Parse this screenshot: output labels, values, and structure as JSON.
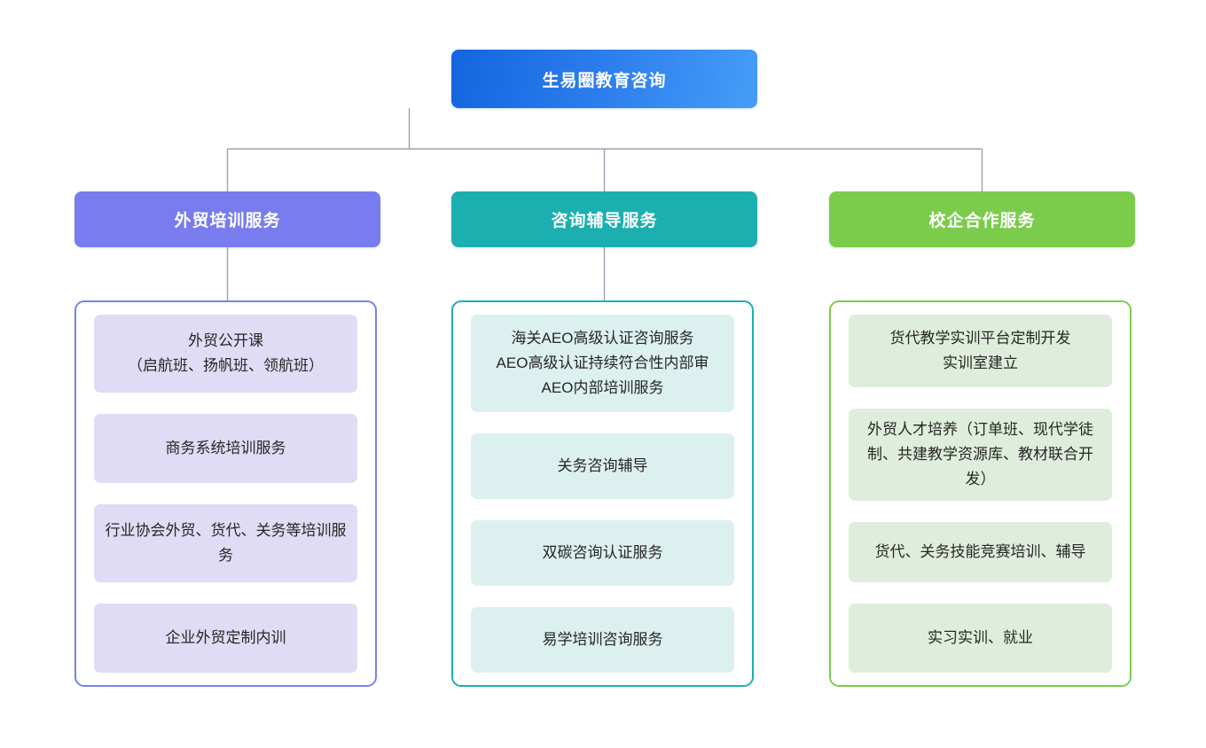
{
  "diagram": {
    "type": "organization-service-tree",
    "root": {
      "label": "生易圈教育咨询",
      "color": "#2a7bec"
    },
    "columns": [
      {
        "header": "外贸培训服务",
        "color": "#787cee",
        "panel_border": "#7b7ff0",
        "item_bg": "#e0dcf5",
        "items": [
          "外贸公开课\n（启航班、扬帆班、领航班）",
          "商务系统培训服务",
          "行业协会外贸、货代、关务等培训服务",
          "企业外贸定制内训"
        ]
      },
      {
        "header": "咨询辅导服务",
        "color": "#1cafb0",
        "panel_border": "#1cafb0",
        "item_bg": "#dcf0ef",
        "items": [
          "海关AEO高级认证咨询服务\nAEO高级认证持续符合性内部审\nAEO内部培训服务",
          "关务咨询辅导",
          "双碳咨询认证服务",
          "易学培训咨询服务"
        ]
      },
      {
        "header": "校企合作服务",
        "color": "#7ccc4c",
        "panel_border": "#7ccc4c",
        "item_bg": "#dfeedc",
        "items": [
          "货代教学实训平台定制开发\n实训室建立",
          "外贸人才培养（订单班、现代学徒制、共建教学资源库、教材联合开发）",
          "货代、关务技能竞赛培训、辅导",
          "实习实训、就业"
        ]
      }
    ],
    "connector_color": "#9aa4b0"
  }
}
